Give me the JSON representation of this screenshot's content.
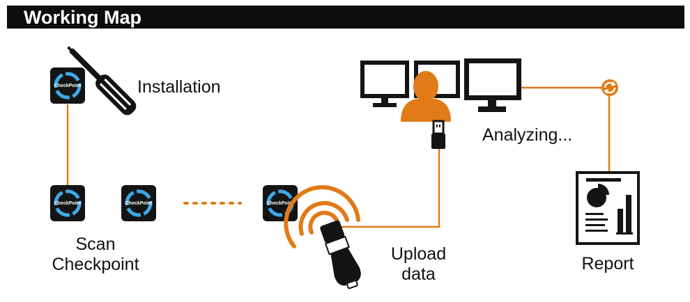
{
  "header": {
    "title": "Working Map"
  },
  "labels": {
    "installation": "Installation",
    "scan_line1": "Scan",
    "scan_line2": "Checkpoint",
    "analyzing": "Analyzing...",
    "upload_line1": "Upload",
    "upload_line2": "data",
    "report": "Report"
  },
  "checkpoint": {
    "tag_text": "CheckPoint"
  },
  "colors": {
    "accent": "#e07b17",
    "dark": "#141414",
    "ring": "#3ea8e6"
  }
}
